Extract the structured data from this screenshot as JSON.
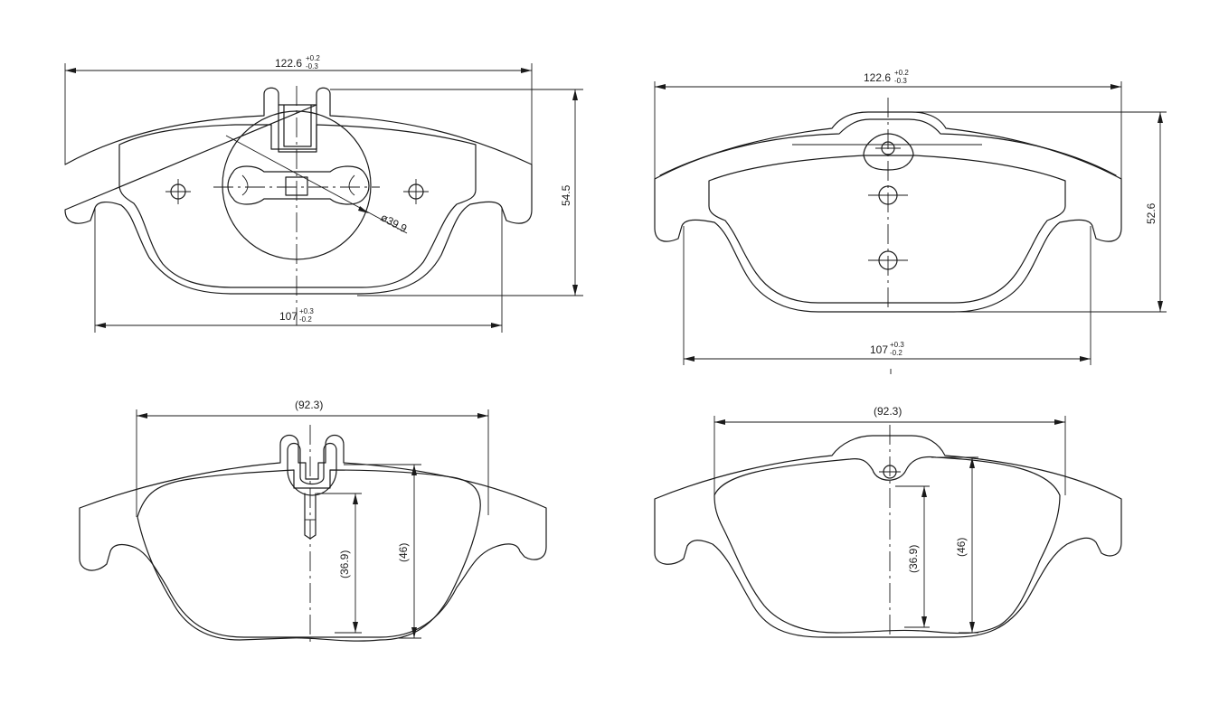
{
  "views": {
    "front_clip": {
      "width_overall": "122.6",
      "width_overall_tol_upper": "+0.2",
      "width_overall_tol_lower": "-0.3",
      "width_inner": "107",
      "width_inner_tol_upper": "+0.3",
      "width_inner_tol_lower": "-0.2",
      "height": "54.5",
      "circle_diameter": "ø39.9"
    },
    "front_holes": {
      "width_overall": "122.6",
      "width_overall_tol_upper": "+0.2",
      "width_overall_tol_lower": "-0.3",
      "width_inner": "107",
      "width_inner_tol_upper": "+0.3",
      "width_inner_tol_lower": "-0.2",
      "height": "52.6"
    },
    "rear_clip": {
      "pad_width": "(92.3)",
      "pad_height": "(46)",
      "pin_height": "(36.9)"
    },
    "rear_holes": {
      "pad_width": "(92.3)",
      "pad_height": "(46)",
      "pin_height": "(36.9)"
    }
  }
}
